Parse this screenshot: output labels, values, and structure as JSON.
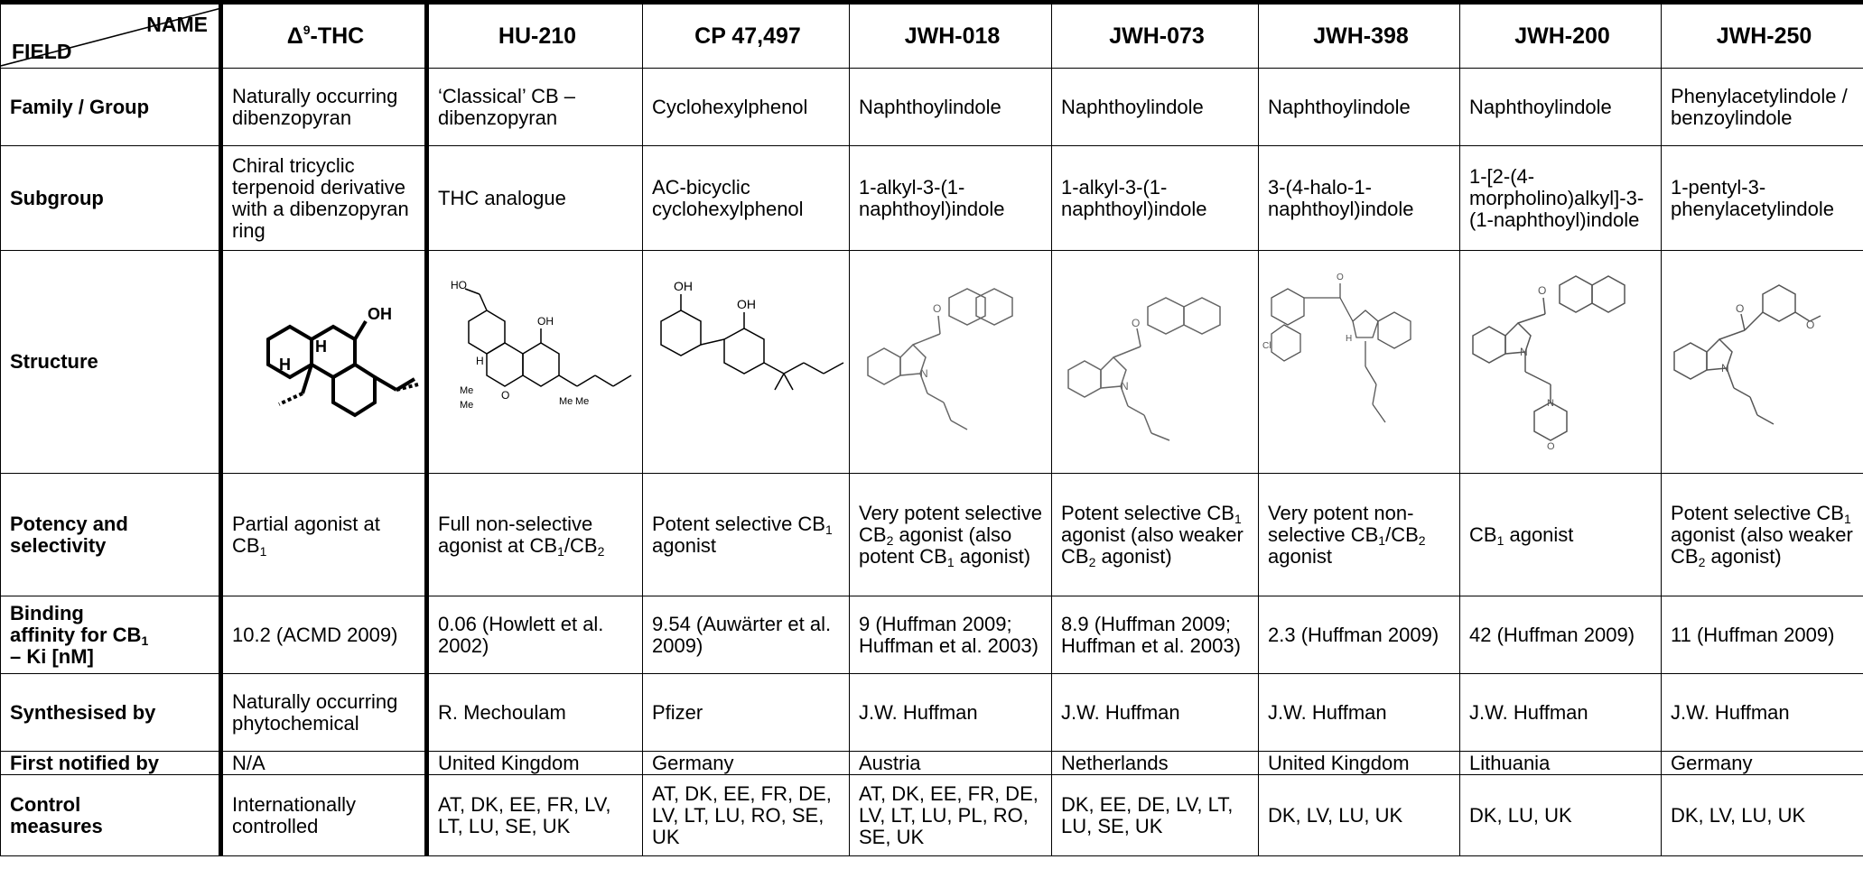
{
  "corner": {
    "name": "NAME",
    "field": "FIELD"
  },
  "columns": [
    {
      "pre": "Δ",
      "sup": "9",
      "post": "-THC"
    },
    {
      "pre": "HU-210",
      "sup": "",
      "post": ""
    },
    {
      "pre": "CP 47,497",
      "sup": "",
      "post": ""
    },
    {
      "pre": "JWH-018",
      "sup": "",
      "post": ""
    },
    {
      "pre": "JWH-073",
      "sup": "",
      "post": ""
    },
    {
      "pre": "JWH-398",
      "sup": "",
      "post": ""
    },
    {
      "pre": "JWH-200",
      "sup": "",
      "post": ""
    },
    {
      "pre": "JWH-250",
      "sup": "",
      "post": ""
    }
  ],
  "row_labels": {
    "family": "Family / Group",
    "subgroup": "Subgroup",
    "structure": "Structure",
    "potency_a": "Potency and",
    "potency_b": "selectivity",
    "binding_a": "Binding",
    "binding_b": "affinity for CB",
    "binding_sub": "1",
    "binding_c": "– Ki [nM]",
    "synth": "Synthesised by",
    "first": "First notified by",
    "control_a": "Control",
    "control_b": "measures"
  },
  "family": [
    "Naturally occurring dibenzopyran",
    "‘Classical’ CB – dibenzopyran",
    "Cyclohexylphenol",
    "Naphthoylindole",
    "Naphthoylindole",
    "Naphthoylindole",
    "Naphthoylindole",
    "Phenylacetylindole / benzoylindole"
  ],
  "subgroup": [
    "Chiral tricyclic terpenoid derivative with a dibenzopyran ring",
    "THC analogue",
    "AC-bicyclic cyclohexylphenol",
    "1-alkyl-3-(1-naphthoyl)indole",
    "1-alkyl-3-(1-naphthoyl)indole",
    "3-(4-halo-1-naphthoyl)indole",
    "1-[2-(4-morpholino)alkyl]-3-(1-naphthoyl)indole",
    "1-pentyl-3-phenylacetylindole"
  ],
  "structure_labels": {
    "thc_oh": "OH",
    "thc_h1": "H",
    "thc_h2": "H",
    "hu_ho": "HO",
    "hu_oh": "OH",
    "hu_h": "H",
    "hu_o": "O",
    "hu_me1": "Me",
    "hu_me2": "Me",
    "hu_me3": "Me",
    "hu_me4": "Me",
    "cp_oh1": "OH",
    "cp_oh2": "OH",
    "o": "O",
    "n": "N",
    "cl": "Cl",
    "h": "H"
  },
  "potency": [
    {
      "parts": [
        "Partial agonist at CB",
        {
          "sub": "1"
        }
      ]
    },
    {
      "parts": [
        "Full non-selective agonist at CB",
        {
          "sub": "1"
        },
        "/CB",
        {
          "sub": "2"
        }
      ]
    },
    {
      "parts": [
        "Potent selective CB",
        {
          "sub": "1"
        },
        " agonist"
      ]
    },
    {
      "parts": [
        "Very potent selective CB",
        {
          "sub": "2"
        },
        " agonist (also potent CB",
        {
          "sub": "1"
        },
        " agonist)"
      ]
    },
    {
      "parts": [
        "Potent selective CB",
        {
          "sub": "1"
        },
        " agonist (also weaker CB",
        {
          "sub": "2"
        },
        " agonist)"
      ]
    },
    {
      "parts": [
        "Very potent non-selective CB",
        {
          "sub": "1"
        },
        "/CB",
        {
          "sub": "2"
        },
        " agonist"
      ]
    },
    {
      "parts": [
        "CB",
        {
          "sub": "1"
        },
        " agonist"
      ]
    },
    {
      "parts": [
        "Potent selective CB",
        {
          "sub": "1"
        },
        " agonist (also weaker CB",
        {
          "sub": "2"
        },
        " agonist)"
      ]
    }
  ],
  "binding": [
    "10.2 (ACMD 2009)",
    "0.06 (Howlett et al. 2002)",
    "9.54 (Auwärter et al. 2009)",
    "9 (Huffman 2009; Huffman et al. 2003)",
    "8.9 (Huffman 2009; Huffman et al. 2003)",
    "2.3 (Huffman 2009)",
    "42 (Huffman 2009)",
    "11 (Huffman 2009)"
  ],
  "synth": [
    "Naturally occurring phytochemical",
    "R. Mechoulam",
    "Pfizer",
    "J.W. Huffman",
    "J.W. Huffman",
    "J.W. Huffman",
    "J.W. Huffman",
    "J.W. Huffman"
  ],
  "first": [
    "N/A",
    "United Kingdom",
    "Germany",
    "Austria",
    "Netherlands",
    "United Kingdom",
    "Lithuania",
    "Germany"
  ],
  "control": [
    "Internationally controlled",
    "AT, DK, EE, FR, LV, LT, LU, SE, UK",
    "AT, DK, EE, FR, DE, LV, LT, LU, RO, SE, UK",
    "AT, DK, EE, FR, DE, LV, LT, LU, PL, RO, SE, UK",
    "DK, EE, DE, LV, LT, LU, SE, UK",
    "DK, LV, LU, UK",
    "DK, LU, UK",
    "DK, LV, LU, UK"
  ]
}
